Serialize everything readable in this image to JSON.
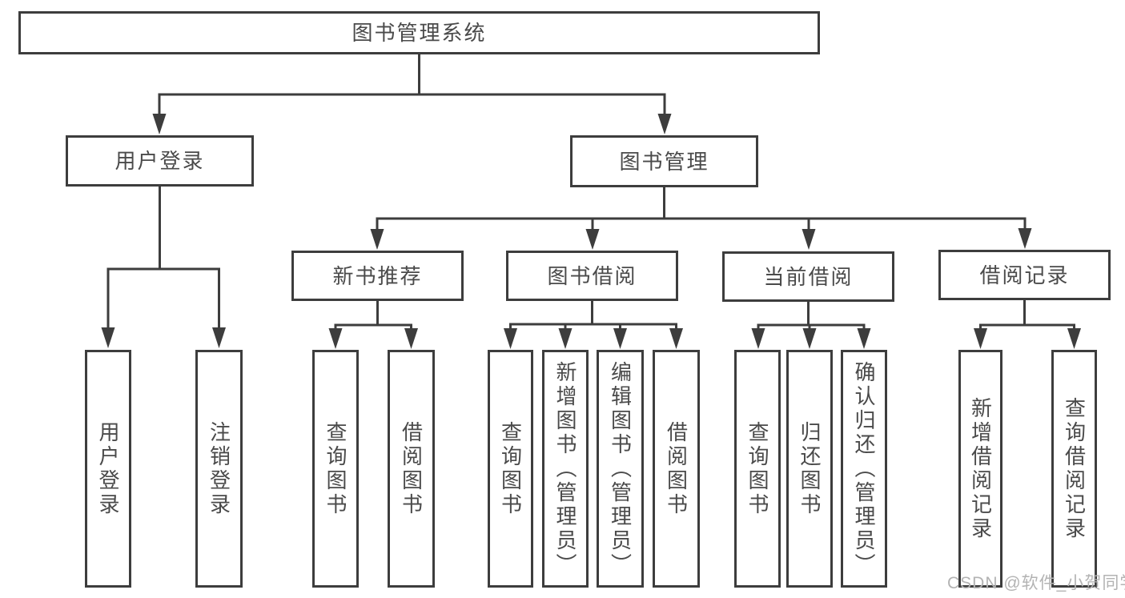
{
  "tree": {
    "root": "图书管理系统",
    "level2": [
      "用户登录",
      "图书管理"
    ],
    "level3": [
      "新书推荐",
      "图书借阅",
      "当前借阅",
      "借阅记录"
    ],
    "leaves": [
      "用户登录",
      "注销登录",
      "查询图书",
      "借阅图书",
      "查询图书",
      "新增图书（管理员）",
      "编辑图书（管理员）",
      "借阅图书",
      "查询图书",
      "归还图书",
      "确认归还（管理员）",
      "新增借阅记录",
      "查询借阅记录"
    ]
  },
  "watermark": "CSDN @软件_小贺同学",
  "colors": {
    "line": "#3d3d3d",
    "text": "#4a4a4a",
    "watermark": "#b3b3b3",
    "background": "#ffffff"
  }
}
